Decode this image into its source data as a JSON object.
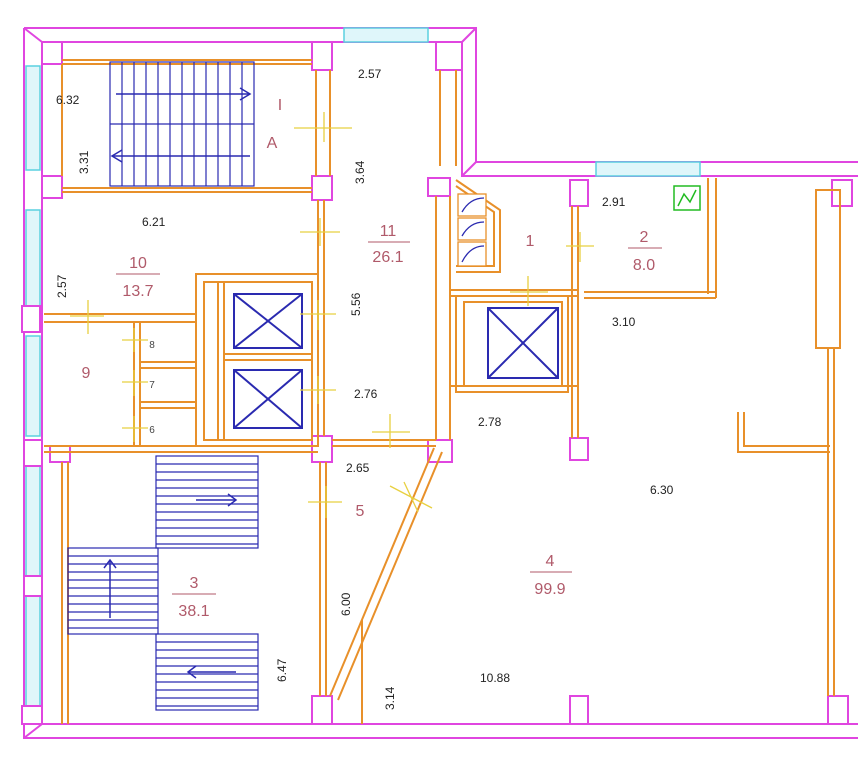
{
  "colors": {
    "outer_wall": "#e046e0",
    "inner_wall": "#e8902a",
    "stair": "#2a2ab0",
    "window": "#5ad0e0",
    "room_label": "#b05a6a",
    "symbol_green": "#22bb22",
    "yellow_mark": "#e8d040"
  },
  "rooms": [
    {
      "id": "room-11",
      "number": "11",
      "area": "26.1"
    },
    {
      "id": "room-10",
      "number": "10",
      "area": "13.7"
    },
    {
      "id": "room-2",
      "number": "2",
      "area": "8.0"
    },
    {
      "id": "room-4",
      "number": "4",
      "area": "99.9"
    },
    {
      "id": "room-3",
      "number": "3",
      "area": "38.1"
    }
  ],
  "labels": {
    "room_1": "1",
    "room_5": "5",
    "room_9": "9",
    "sub_8": "8",
    "sub_7": "7",
    "sub_6": "6",
    "stair_i": "I",
    "stair_a": "A"
  },
  "dimensions": {
    "d_6_32": "6.32",
    "d_3_31": "3.31",
    "d_2_57_top": "2.57",
    "d_3_64": "3.64",
    "d_6_21": "6.21",
    "d_2_57_left": "2.57",
    "d_5_56": "5.56",
    "d_2_91": "2.91",
    "d_3_10": "3.10",
    "d_2_76": "2.76",
    "d_2_78": "2.78",
    "d_2_65": "2.65",
    "d_6_30": "6.30",
    "d_6_00": "6.00",
    "d_6_47": "6.47",
    "d_3_14": "3.14",
    "d_10_88": "10.88"
  }
}
